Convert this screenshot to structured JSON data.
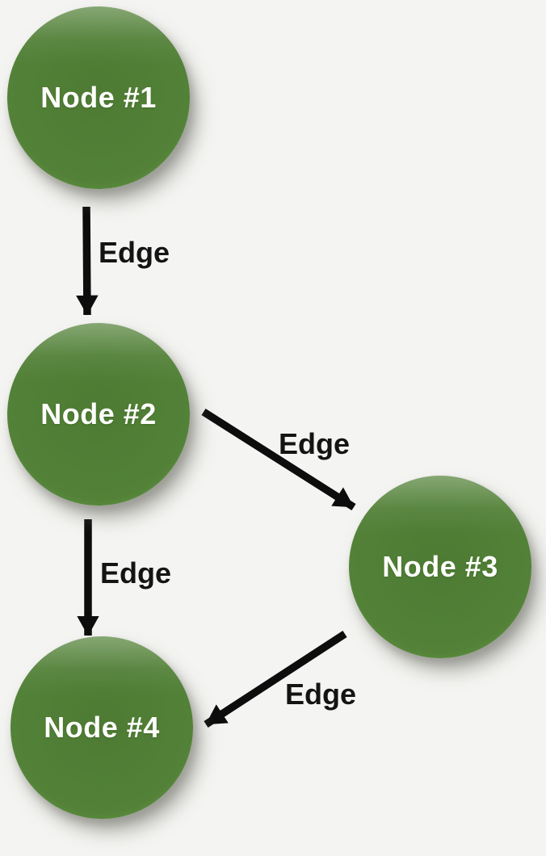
{
  "diagram": {
    "type": "directed-graph",
    "background_color": "#f4f4f2",
    "node_fill_color": "#538138",
    "node_rim_color": "#8fc76c",
    "node_text_color": "#ffffff",
    "edge_color": "#0d0d0d",
    "edge_label_color": "#141414",
    "nodes": [
      {
        "id": "1",
        "label": "Node #1"
      },
      {
        "id": "2",
        "label": "Node #2"
      },
      {
        "id": "3",
        "label": "Node #3"
      },
      {
        "id": "4",
        "label": "Node #4"
      }
    ],
    "edges": [
      {
        "from": "1",
        "to": "2",
        "label": "Edge"
      },
      {
        "from": "2",
        "to": "3",
        "label": "Edge"
      },
      {
        "from": "2",
        "to": "4",
        "label": "Edge"
      },
      {
        "from": "3",
        "to": "4",
        "label": "Edge"
      }
    ]
  }
}
